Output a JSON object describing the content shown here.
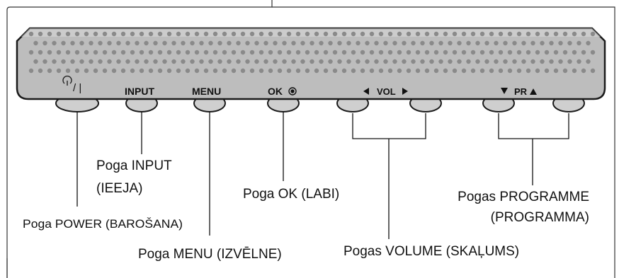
{
  "panel": {
    "power_symbol": "⏻/ |",
    "input_label": "INPUT",
    "menu_label": "MENU",
    "ok_label": "OK",
    "vol_label": "VOL",
    "pr_label": "PR",
    "colors": {
      "panel_fill": "#bdbdbd",
      "panel_stroke": "#1a1a1a",
      "dot": "#8a8a8a",
      "button_fill": "#cfcfcf"
    }
  },
  "callouts": {
    "power": "Poga POWER (BAROŠANA)",
    "input_line1": "Poga INPUT",
    "input_line2": "(IEEJA)",
    "menu": "Poga MENU (IZVĒLNE)",
    "ok": "Poga OK (LABI)",
    "volume": "Pogas VOLUME (SKAĻUMS)",
    "programme_line1": "Pogas PROGRAMME",
    "programme_line2": "(PROGRAMMA)"
  },
  "icons": {
    "power": "power-icon",
    "ok_dot": "ok-dot-icon",
    "vol_down": "triangle-left-icon",
    "vol_up": "triangle-right-icon",
    "pr_down": "triangle-down-icon",
    "pr_up": "triangle-up-icon"
  }
}
